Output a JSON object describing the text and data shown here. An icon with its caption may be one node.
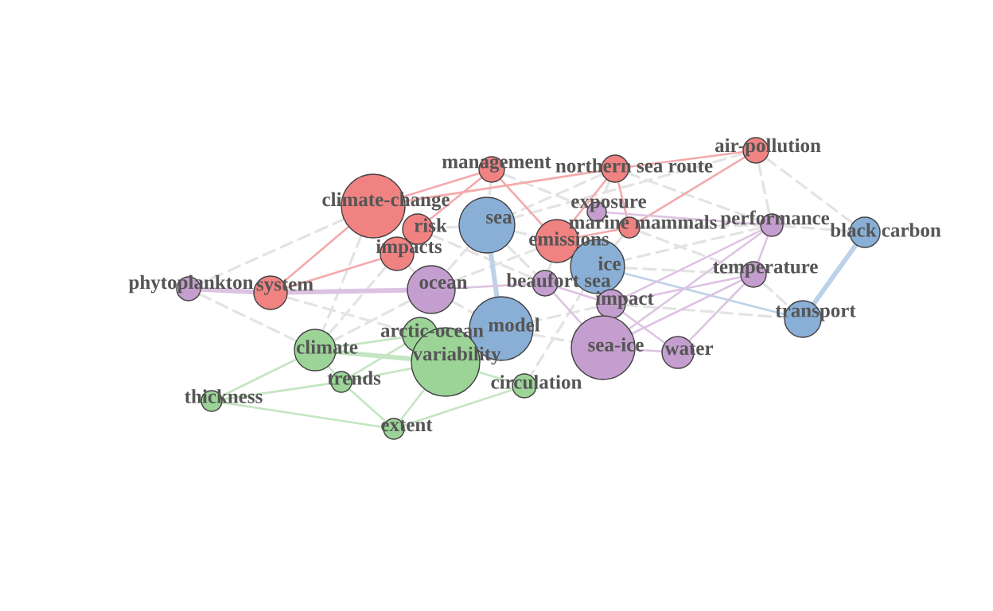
{
  "diagram": {
    "nodes": [
      {
        "text": [
          "air-pollution"
        ]
      },
      {
        "text": [
          "management"
        ]
      },
      {
        "text": [
          "northern sea route"
        ]
      },
      {
        "text": [
          "climate-change"
        ]
      },
      {
        "text": [
          "exposure"
        ]
      },
      {
        "text": [
          "sea"
        ]
      },
      {
        "text": [
          "marine mammals"
        ]
      },
      {
        "text": [
          "performance"
        ]
      },
      {
        "text": [
          "risk"
        ]
      },
      {
        "text": [
          "black carbon"
        ]
      },
      {
        "text": [
          "emissions"
        ]
      },
      {
        "text": [
          "impacts"
        ]
      },
      {
        "text": [
          "ice"
        ]
      },
      {
        "text": [
          "temperature"
        ]
      },
      {
        "text": [
          "phytoplankton"
        ]
      },
      {
        "text": [
          "system"
        ]
      },
      {
        "text": [
          "ocean"
        ]
      },
      {
        "text": [
          "beaufort sea"
        ]
      },
      {
        "text": [
          "impact"
        ]
      },
      {
        "text": [
          "transport"
        ]
      },
      {
        "text": [
          "model"
        ]
      },
      {
        "text": [
          "arctic-ocean"
        ]
      },
      {
        "text": [
          "climate"
        ]
      },
      {
        "text": [
          "sea-ice"
        ]
      },
      {
        "text": [
          "water"
        ]
      },
      {
        "text": [
          "variability"
        ]
      },
      {
        "text": [
          "trends"
        ]
      },
      {
        "text": [
          "circulation"
        ]
      },
      {
        "text": [
          "thickness"
        ]
      },
      {
        "text": [
          "extent"
        ]
      }
    ],
    "edges": [
      {
        "from": 15,
        "to": 3,
        "arrow": "none",
        "color": "#f4aaac"
      },
      {
        "from": 15,
        "to": 11,
        "arrow": "none",
        "color": "#f4aaac"
      },
      {
        "from": 3,
        "to": 1,
        "arrow": "none",
        "color": "#f4aaac"
      },
      {
        "from": 3,
        "to": 2,
        "arrow": "none",
        "color": "#f4aaac"
      },
      {
        "from": 1,
        "to": 10,
        "arrow": "none",
        "color": "#f4aaac"
      },
      {
        "from": 1,
        "to": 8,
        "arrow": "none",
        "color": "#f4aaac"
      },
      {
        "from": 2,
        "to": 0,
        "arrow": "none",
        "color": "#f4aaac"
      },
      {
        "from": 2,
        "to": 6,
        "arrow": "none",
        "color": "#f4aaac"
      },
      {
        "from": 2,
        "to": 10,
        "arrow": "none",
        "color": "#f4aaac"
      },
      {
        "from": 0,
        "to": 6,
        "arrow": "none",
        "color": "#f4aaac"
      },
      {
        "from": 6,
        "to": 10,
        "arrow": "none",
        "color": "#f4aaac"
      },
      {
        "from": 5,
        "to": 20,
        "arrow": "none",
        "style": "thick",
        "color": "#bcd2e9"
      },
      {
        "from": 9,
        "to": 19,
        "arrow": "none",
        "style": "thick",
        "color": "#bcd2e9"
      },
      {
        "from": 12,
        "to": 19,
        "arrow": "none",
        "color": "#bcd2e9"
      },
      {
        "from": 14,
        "to": 15,
        "arrow": "none",
        "style": "thick",
        "color": "#ddc3e2"
      },
      {
        "from": 15,
        "to": 16,
        "arrow": "none",
        "style": "thick",
        "color": "#ddc3e2"
      },
      {
        "from": 16,
        "to": 17,
        "arrow": "none",
        "color": "#ddc3e2"
      },
      {
        "from": 17,
        "to": 18,
        "arrow": "none",
        "color": "#ddc3e2"
      },
      {
        "from": 17,
        "to": 23,
        "arrow": "none",
        "color": "#ddc3e2"
      },
      {
        "from": 18,
        "to": 24,
        "arrow": "none",
        "color": "#ddc3e2"
      },
      {
        "from": 23,
        "to": 24,
        "arrow": "none",
        "color": "#ddc3e2"
      },
      {
        "from": 7,
        "to": 13,
        "arrow": "none",
        "color": "#ddc3e2"
      },
      {
        "from": 7,
        "to": 18,
        "arrow": "none",
        "color": "#ddc3e2"
      },
      {
        "from": 7,
        "to": 23,
        "arrow": "none",
        "color": "#ddc3e2"
      },
      {
        "from": 13,
        "to": 18,
        "arrow": "none",
        "color": "#ddc3e2"
      },
      {
        "from": 13,
        "to": 23,
        "arrow": "none",
        "color": "#ddc3e2"
      },
      {
        "from": 13,
        "to": 24,
        "arrow": "none",
        "color": "#ddc3e2"
      },
      {
        "from": 4,
        "to": 7,
        "arrow": "none",
        "color": "#ddc3e2"
      },
      {
        "from": 22,
        "to": 25,
        "arrow": "none",
        "style": "thick",
        "color": "#c4e5c2"
      },
      {
        "from": 21,
        "to": 22,
        "arrow": "none",
        "color": "#c4e5c2"
      },
      {
        "from": 21,
        "to": 26,
        "arrow": "none",
        "color": "#c4e5c2"
      },
      {
        "from": 22,
        "to": 26,
        "arrow": "none",
        "color": "#c4e5c2"
      },
      {
        "from": 22,
        "to": 28,
        "arrow": "none",
        "color": "#c4e5c2"
      },
      {
        "from": 25,
        "to": 26,
        "arrow": "none",
        "color": "#c4e5c2"
      },
      {
        "from": 25,
        "to": 27,
        "arrow": "none",
        "color": "#c4e5c2"
      },
      {
        "from": 25,
        "to": 29,
        "arrow": "none",
        "color": "#c4e5c2"
      },
      {
        "from": 26,
        "to": 28,
        "arrow": "none",
        "color": "#c4e5c2"
      },
      {
        "from": 26,
        "to": 29,
        "arrow": "none",
        "color": "#c4e5c2"
      },
      {
        "from": 27,
        "to": 29,
        "arrow": "none",
        "color": "#c4e5c2"
      },
      {
        "from": 28,
        "to": 29,
        "arrow": "none",
        "color": "#c4e5c2"
      },
      {
        "from": 0,
        "to": 7,
        "arrow": "none",
        "style": "dashed",
        "color": "#e3e3e3"
      },
      {
        "from": 0,
        "to": 9,
        "arrow": "none",
        "style": "dashed",
        "color": "#e3e3e3"
      },
      {
        "from": 0,
        "to": 5,
        "arrow": "none",
        "style": "dashed",
        "color": "#e3e3e3"
      },
      {
        "from": 1,
        "to": 4,
        "arrow": "none",
        "style": "dashed",
        "color": "#e3e3e3"
      },
      {
        "from": 1,
        "to": 5,
        "arrow": "none",
        "style": "dashed",
        "color": "#e3e3e3"
      },
      {
        "from": 2,
        "to": 4,
        "arrow": "none",
        "style": "dashed",
        "color": "#e3e3e3"
      },
      {
        "from": 2,
        "to": 5,
        "arrow": "none",
        "style": "dashed",
        "color": "#e3e3e3"
      },
      {
        "from": 2,
        "to": 7,
        "arrow": "none",
        "style": "dashed",
        "color": "#e3e3e3"
      },
      {
        "from": 3,
        "to": 14,
        "arrow": "none",
        "style": "dashed",
        "color": "#e3e3e3"
      },
      {
        "from": 3,
        "to": 22,
        "arrow": "none",
        "style": "dashed",
        "color": "#e3e3e3"
      },
      {
        "from": 5,
        "to": 8,
        "arrow": "none",
        "style": "dashed",
        "color": "#e3e3e3"
      },
      {
        "from": 5,
        "to": 10,
        "arrow": "none",
        "style": "dashed",
        "color": "#e3e3e3"
      },
      {
        "from": 5,
        "to": 16,
        "arrow": "none",
        "style": "dashed",
        "color": "#e3e3e3"
      },
      {
        "from": 5,
        "to": 17,
        "arrow": "none",
        "style": "dashed",
        "color": "#e3e3e3"
      },
      {
        "from": 6,
        "to": 7,
        "arrow": "none",
        "style": "dashed",
        "color": "#e3e3e3"
      },
      {
        "from": 6,
        "to": 12,
        "arrow": "none",
        "style": "dashed",
        "color": "#e3e3e3"
      },
      {
        "from": 6,
        "to": 13,
        "arrow": "none",
        "style": "dashed",
        "color": "#e3e3e3"
      },
      {
        "from": 7,
        "to": 9,
        "arrow": "none",
        "style": "dashed",
        "color": "#e3e3e3"
      },
      {
        "from": 7,
        "to": 12,
        "arrow": "none",
        "style": "dashed",
        "color": "#e3e3e3"
      },
      {
        "from": 8,
        "to": 17,
        "arrow": "none",
        "style": "dashed",
        "color": "#e3e3e3"
      },
      {
        "from": 10,
        "to": 16,
        "arrow": "none",
        "style": "dashed",
        "color": "#e3e3e3"
      },
      {
        "from": 10,
        "to": 17,
        "arrow": "none",
        "style": "dashed",
        "color": "#e3e3e3"
      },
      {
        "from": 11,
        "to": 16,
        "arrow": "none",
        "style": "dashed",
        "color": "#e3e3e3"
      },
      {
        "from": 11,
        "to": 22,
        "arrow": "none",
        "style": "dashed",
        "color": "#e3e3e3"
      },
      {
        "from": 12,
        "to": 13,
        "arrow": "none",
        "style": "dashed",
        "color": "#e3e3e3"
      },
      {
        "from": 12,
        "to": 27,
        "arrow": "none",
        "style": "dashed",
        "color": "#e3e3e3"
      },
      {
        "from": 13,
        "to": 19,
        "arrow": "none",
        "style": "dashed",
        "color": "#e3e3e3"
      },
      {
        "from": 14,
        "to": 22,
        "arrow": "none",
        "style": "dashed",
        "color": "#e3e3e3"
      },
      {
        "from": 15,
        "to": 21,
        "arrow": "none",
        "style": "dashed",
        "color": "#e3e3e3"
      },
      {
        "from": 16,
        "to": 20,
        "arrow": "none",
        "style": "dashed",
        "color": "#e3e3e3"
      },
      {
        "from": 16,
        "to": 22,
        "arrow": "none",
        "style": "dashed",
        "color": "#e3e3e3"
      },
      {
        "from": 18,
        "to": 19,
        "arrow": "none",
        "style": "dashed",
        "color": "#e3e3e3"
      },
      {
        "from": 18,
        "to": 20,
        "arrow": "none",
        "style": "dashed",
        "color": "#e3e3e3"
      },
      {
        "from": 20,
        "to": 23,
        "arrow": "none",
        "style": "dashed",
        "color": "#e3e3e3"
      }
    ]
  }
}
